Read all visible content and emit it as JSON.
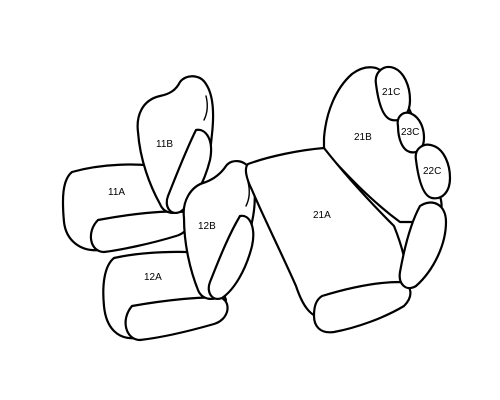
{
  "diagram": {
    "labels": {
      "p11A": "11A",
      "p11B": "11B",
      "p12A": "12A",
      "p12B": "12B",
      "p21A": "21A",
      "p21B": "21B",
      "p21C": "21C",
      "p22C": "22C",
      "p23C": "23C"
    },
    "colors": {
      "outline": "#000000",
      "background": "#ffffff"
    }
  }
}
